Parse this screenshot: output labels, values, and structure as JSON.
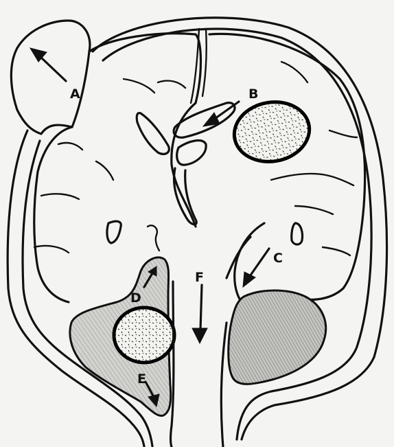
{
  "labels": {
    "A": "A",
    "B": "B",
    "C": "C",
    "D": "D",
    "E": "E",
    "F": "F"
  },
  "colors": {
    "ink": "#111111",
    "paper": "#f4f4f2",
    "shade": "#c9c9c6"
  }
}
